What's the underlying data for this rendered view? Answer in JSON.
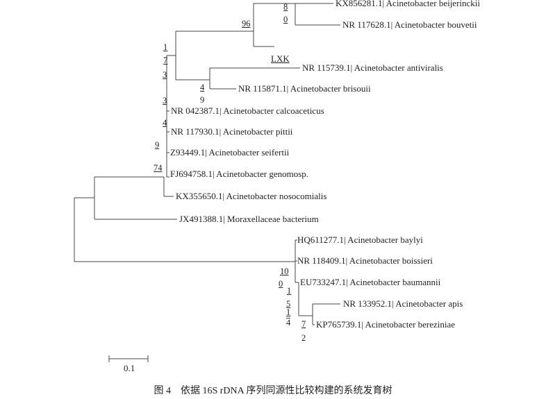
{
  "taxa": [
    "KX856281.1| Acinetobacter beijerinckii",
    "NR 117628.1| Acinetobacter bouvetii",
    "LXK",
    "NR 115739.1| Acinetobacter antiviralis",
    "NR 115871.1| Acinetobacter brisouii",
    "NR 042387.1| Acinetobacter calcoaceticus",
    "NR 117930.1| Acinetobacter pittii",
    "Z93449.1| Acinetobacter seifertii",
    "FJ694758.1| Acinetobacter genomosp.",
    "KX355650.1| Acinetobacter nosocomialis",
    "JX491388.1| Moraxellaceae bacterium",
    "HQ611277.1| Acinetobacter baylyi",
    "NR 118409.1| Acinetobacter boissieri",
    "EU733247.1| Acinetobacter baumannii",
    "NR 133952.1| Acinetobacter apis",
    "KP765739.1| Acinetobacter bereziniae"
  ],
  "bootstrap": [
    "8",
    "0",
    "96",
    "1",
    "7",
    "3",
    "4",
    "9",
    "3",
    "4",
    "9",
    "74",
    "10",
    "0",
    "1",
    "5",
    "1",
    "4",
    "7",
    "2"
  ],
  "scale_label": "0.1",
  "caption": "图 4　依据 16S rDNA 序列同源性比较构建的系统发育树"
}
